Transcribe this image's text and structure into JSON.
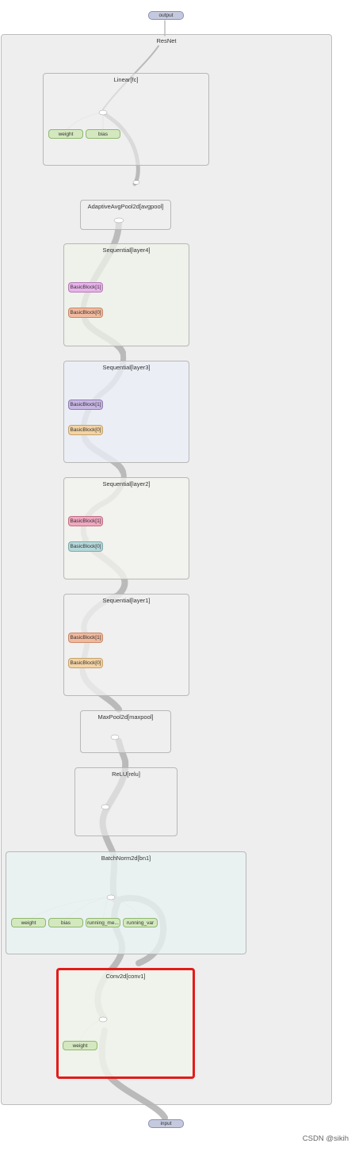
{
  "nodes": {
    "output": "output",
    "input": "input",
    "resnet": "ResNet",
    "fc": "Linear[fc]",
    "fc_weight": "weight",
    "fc_bias": "bias",
    "avgpool": "AdaptiveAvgPool2d[avgpool]",
    "layer4": "Sequential[layer4]",
    "layer4_b1": "BasicBlock[1]",
    "layer4_b0": "BasicBlock[0]",
    "layer3": "Sequential[layer3]",
    "layer3_b1": "BasicBlock[1]",
    "layer3_b0": "BasicBlock[0]",
    "layer2": "Sequential[layer2]",
    "layer2_b1": "BasicBlock[1]",
    "layer2_b0": "BasicBlock[0]",
    "layer1": "Sequential[layer1]",
    "layer1_b1": "BasicBlock[1]",
    "layer1_b0": "BasicBlock[0]",
    "maxpool": "MaxPool2d[maxpool]",
    "relu": "ReLU[relu]",
    "bn1": "BatchNorm2d[bn1]",
    "bn1_weight": "weight",
    "bn1_bias": "bias",
    "bn1_running_mean": "running_me...",
    "bn1_running_var": "running_var",
    "conv1": "Conv2d[conv1]",
    "conv1_weight": "weight"
  },
  "colors": {
    "container_bg": "#eeeeee",
    "fc_bg": "#f0f0f0",
    "layer4_bg": "#eff3ea",
    "layer3_bg": "#eaeff6",
    "layer2_bg": "#f3f3ee",
    "layer1_bg": "#f0f0f0",
    "bn1_bg": "#e7f2f1",
    "conv1_bg": "#eef3ea",
    "highlight": "#e31b1b",
    "edge": "#b5b5b5",
    "param": "#d4e8bf",
    "io": "#c4c9dd",
    "pink": "#e8b3ea",
    "salmon": "#f2b99e",
    "purple": "#c8b7e3",
    "orange": "#f3d3a4",
    "rose": "#f0a8bf",
    "teal": "#b5d8da"
  },
  "credit": "CSDN @sikih"
}
